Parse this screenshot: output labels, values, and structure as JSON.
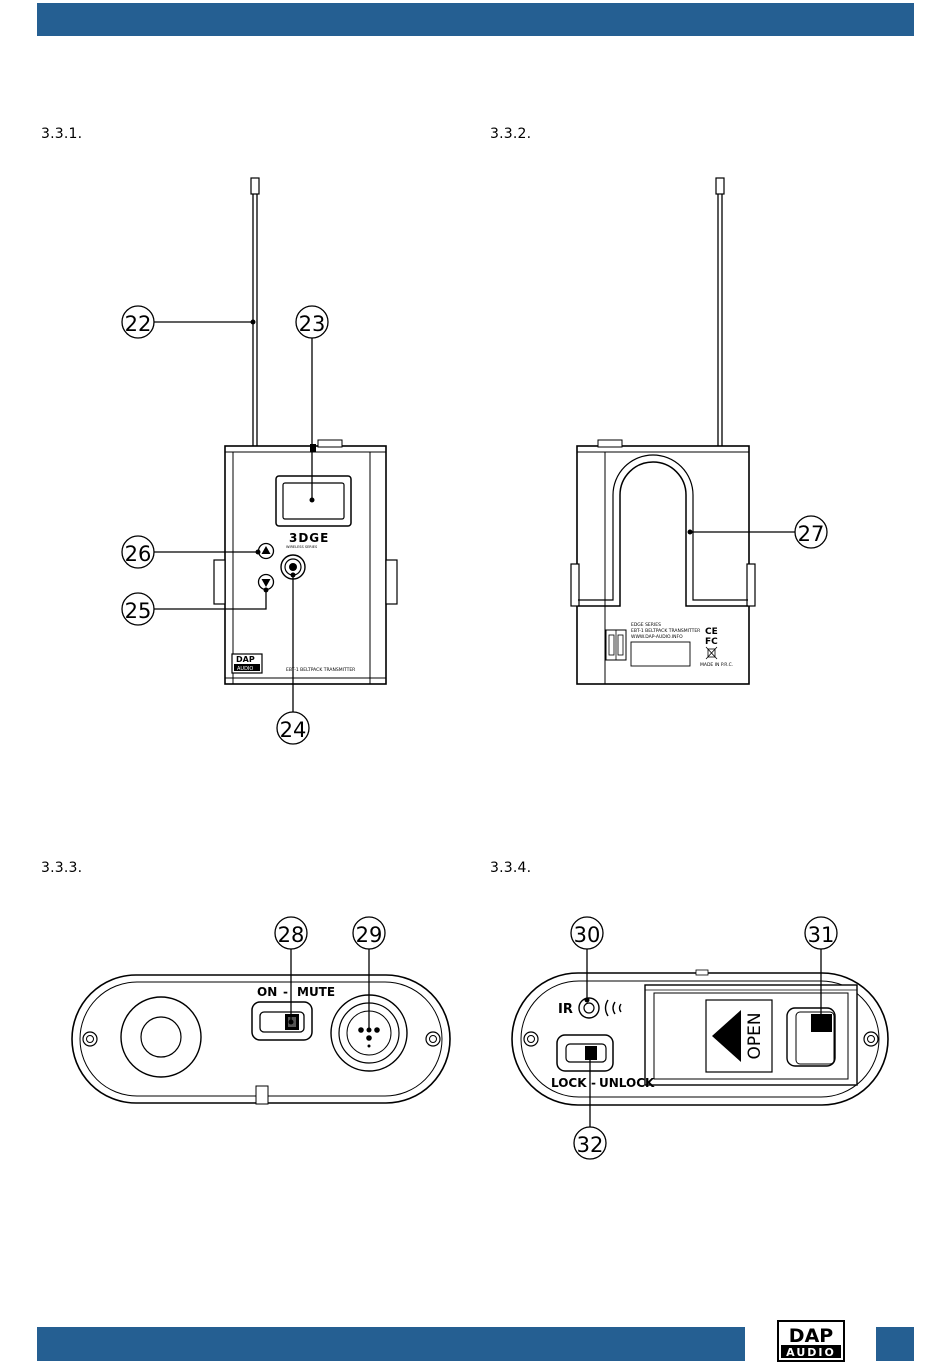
{
  "sections": [
    {
      "number": "3.3.1."
    },
    {
      "number": "3.3.2."
    },
    {
      "number": "3.3.3."
    },
    {
      "number": "3.3.4."
    }
  ],
  "front_view": {
    "callouts": [
      "22",
      "23",
      "24",
      "25",
      "26"
    ],
    "brand_text": "3DGE",
    "brand_sub": "WIRELESS SERIES",
    "logo_top": "DAP",
    "logo_bottom": "AUDIO",
    "model_label": "EBT-1 BELTPACK TRANSMITTER",
    "up_icon": "triangle-up-icon",
    "down_icon": "triangle-down-icon"
  },
  "back_view": {
    "callouts": [
      "27"
    ],
    "label_lines": [
      "EDGE SERIES",
      "EBT-1 BELTPACK TRANSMITTER",
      "WWW.DAP-AUDIO.INFO"
    ],
    "made_in": "MADE IN P.R.C.",
    "ce_mark": "CE",
    "fc_mark": "FC"
  },
  "top_view": {
    "callouts": [
      "28",
      "29"
    ],
    "switch_label_on": "ON",
    "switch_label_mute": "MUTE"
  },
  "bottom_view": {
    "callouts": [
      "30",
      "31",
      "32"
    ],
    "ir_label": "IR",
    "open_label": "OPEN",
    "lock_label": "LOCK",
    "unlock_label": "UNLOCK"
  },
  "footer_logo": {
    "line1": "DAP",
    "line2": "AUDIO"
  }
}
